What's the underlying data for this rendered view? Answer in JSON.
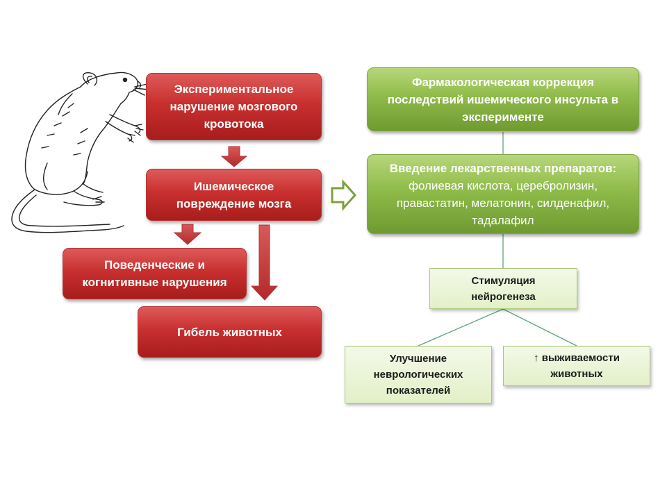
{
  "red_boxes": {
    "experimental": "Экспериментальное нарушение мозгового кровотока",
    "ischemic": "Ишемическое повреждение мозга",
    "behavioral": "Поведенческие и когнитивные нарушения",
    "death": "Гибель животных"
  },
  "green_boxes": {
    "pharmacological": "Фармакологическая коррекция последствий ишемического инсульта в эксперименте",
    "drugs_title": "Введение лекарственных препаратов:",
    "drugs_list": "фолиевая кислота, церебролизин, правастатин, мелатонин, силденафил, тадалафил"
  },
  "light_boxes": {
    "neurogenesis": "Стимуляция нейрогенеза",
    "neuro_improvement": "Улучшение неврологических показателей",
    "survival": "↑ выживаемости животных"
  },
  "colors": {
    "red_box": "#c8302f",
    "red_arrow": "#c0393b",
    "green_box": "#8fbb4a",
    "green_arrow_outline": "#6f9a30",
    "connector": "#5aa57a"
  }
}
